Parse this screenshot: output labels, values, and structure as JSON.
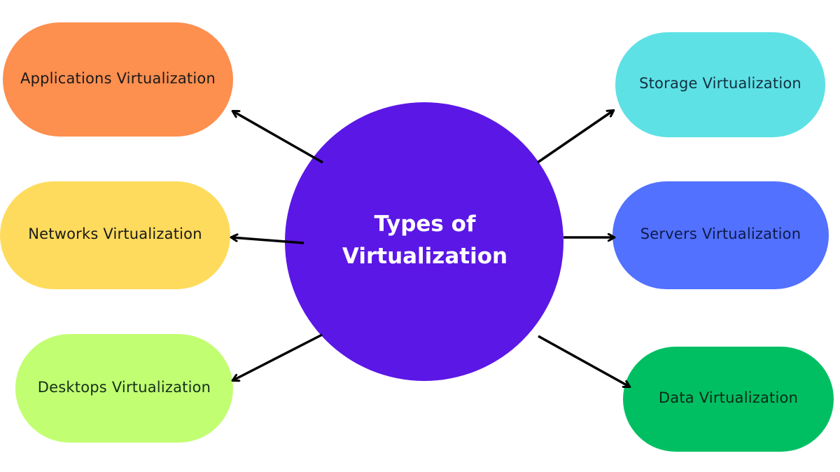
{
  "center": {
    "title": "Types of Virtualization",
    "color": "#5b17e6"
  },
  "nodes": {
    "applications": {
      "label": "Applications Virtualization",
      "color": "#fd8f4f"
    },
    "networks": {
      "label": "Networks Virtualization",
      "color": "#fedb5c"
    },
    "desktops": {
      "label": "Desktops Virtualization",
      "color": "#c2fe72"
    },
    "storage": {
      "label": "Storage Virtualization",
      "color": "#5ee1e5"
    },
    "servers": {
      "label": "Servers Virtualization",
      "color": "#5271ff"
    },
    "data": {
      "label": "Data Virtualization",
      "color": "#00bf63"
    }
  },
  "edges": [
    {
      "from": "center",
      "to": "applications"
    },
    {
      "from": "center",
      "to": "networks"
    },
    {
      "from": "center",
      "to": "desktops"
    },
    {
      "from": "center",
      "to": "storage"
    },
    {
      "from": "center",
      "to": "servers"
    },
    {
      "from": "center",
      "to": "data"
    }
  ]
}
